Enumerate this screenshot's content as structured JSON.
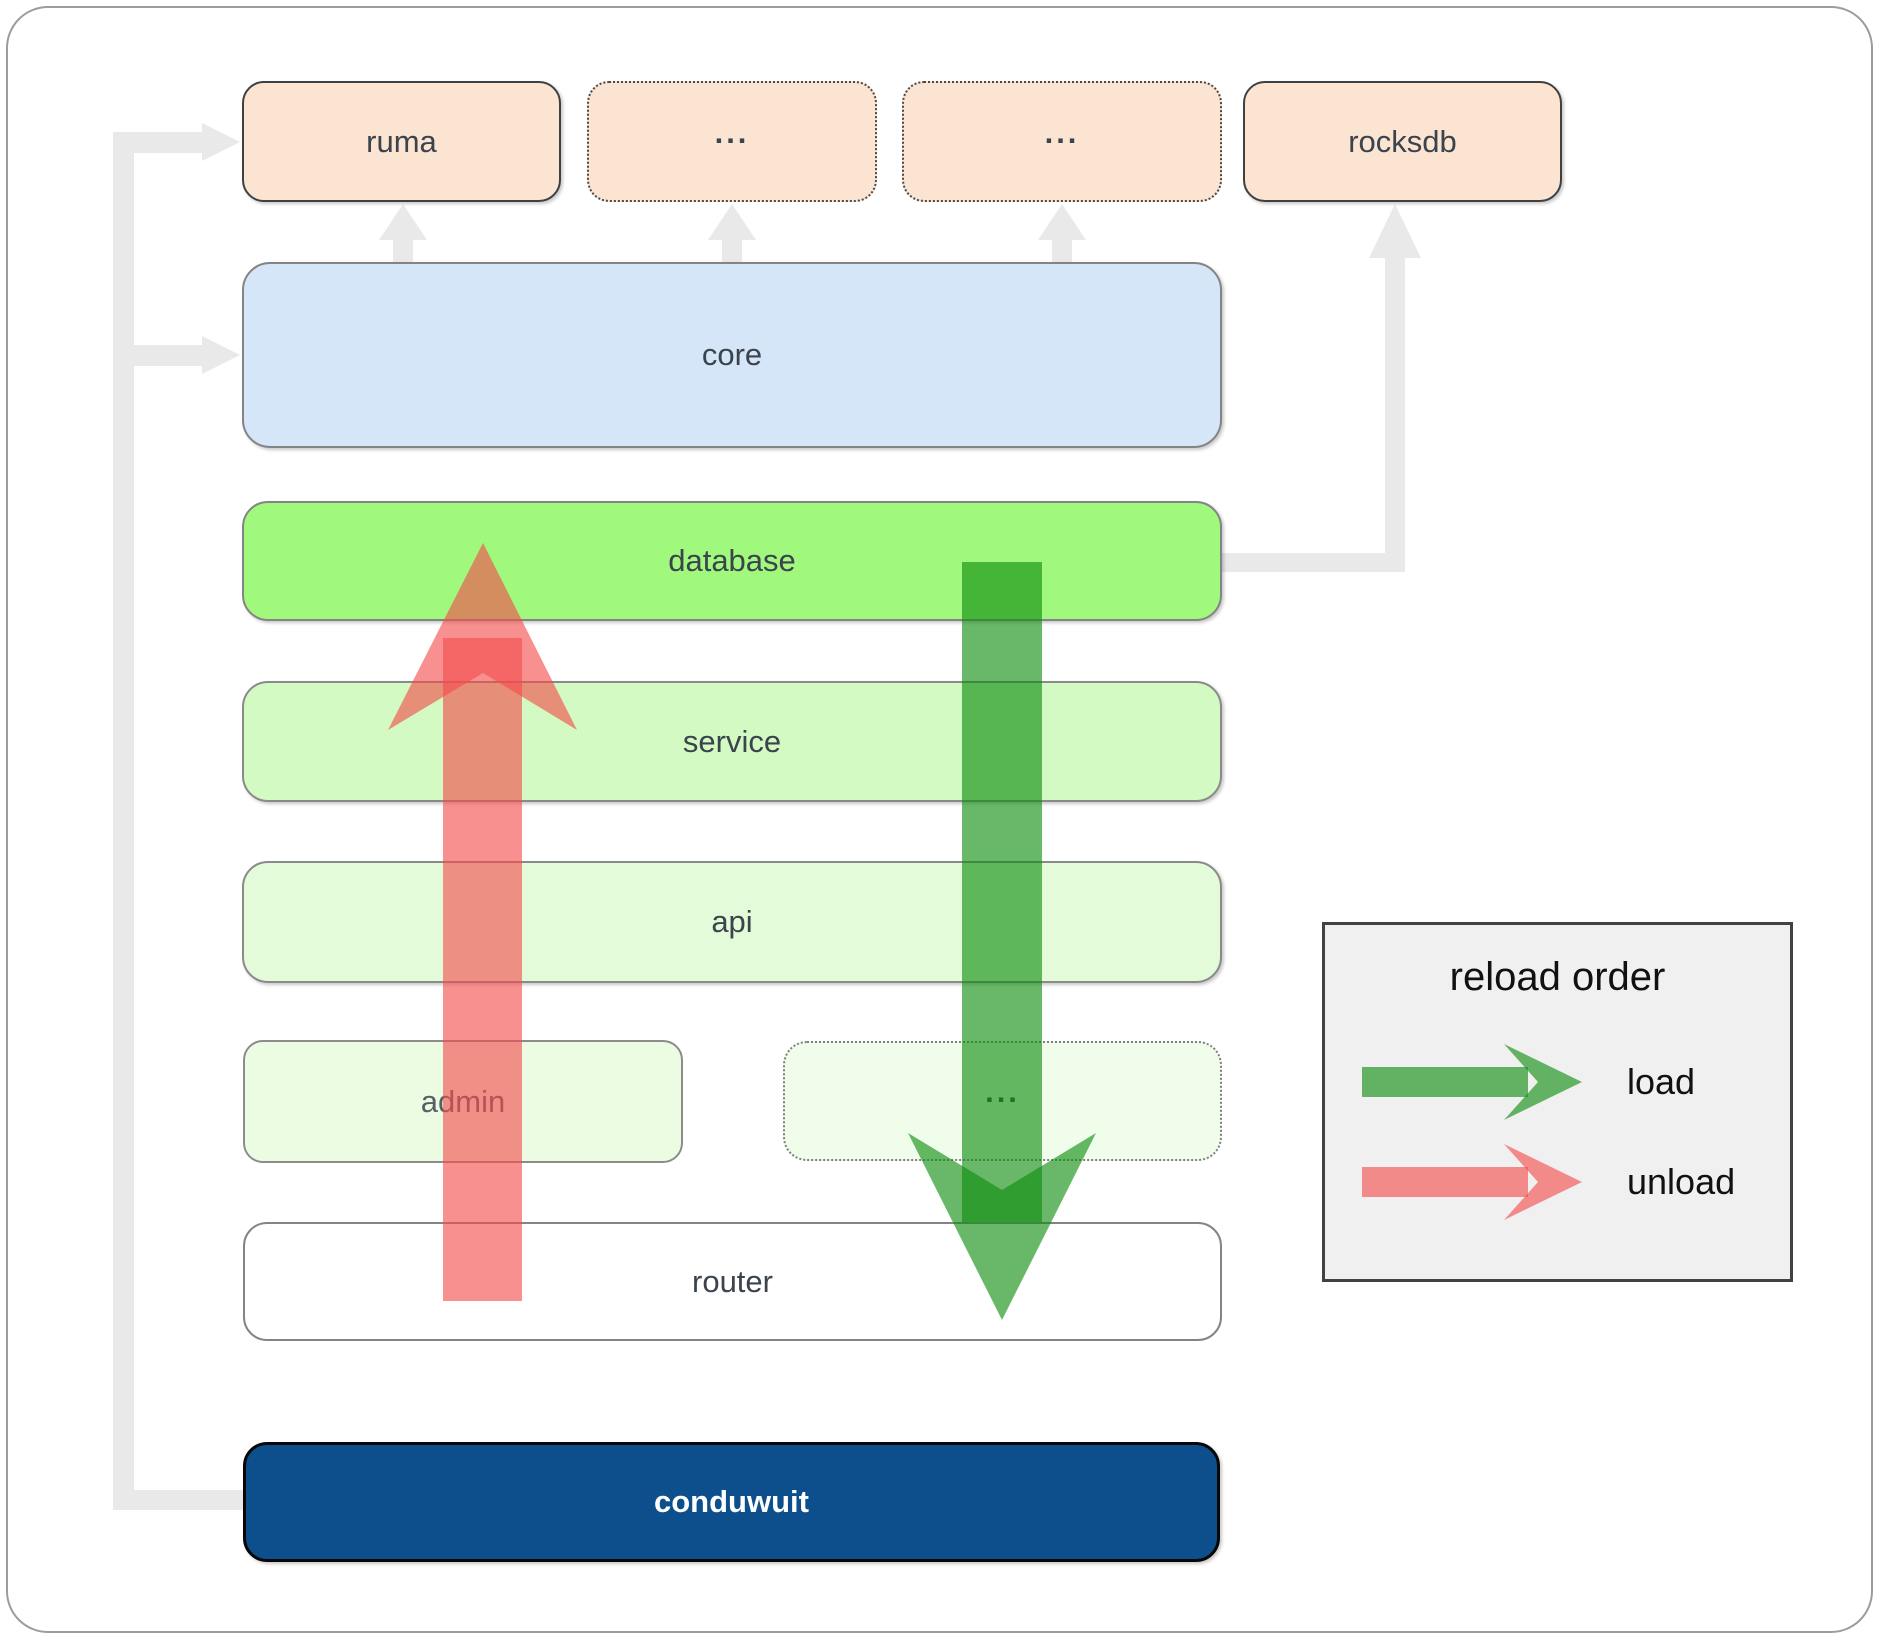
{
  "boxes": {
    "ruma": "ruma",
    "ext1": "...",
    "ext2": "...",
    "rocksdb": "rocksdb",
    "core": "core",
    "database": "database",
    "service": "service",
    "api": "api",
    "admin": "admin",
    "ext3": "...",
    "router": "router",
    "conduwuit": "conduwuit"
  },
  "legend": {
    "title": "reload order",
    "load": "load",
    "unload": "unload"
  },
  "colors": {
    "load_arrow": "#0d8c0d",
    "unload_arrow": "#f44c4c",
    "connector": "#e9e9e9",
    "core_fill": "#d5e6f8",
    "database_fill": "#a0f87c",
    "module_fill": "#fce4d2",
    "conduwuit_fill": "#0d4f8c"
  }
}
